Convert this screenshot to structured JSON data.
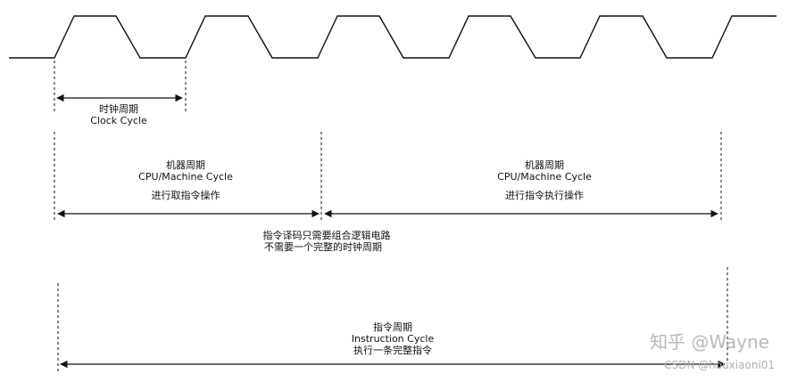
{
  "clock": {
    "cycle_label_cn": "时钟周期",
    "cycle_label_en": "Clock Cycle"
  },
  "machine_cycle_1": {
    "title_cn": "机器周期",
    "title_en": "CPU/Machine Cycle",
    "action": "进行取指令操作"
  },
  "machine_cycle_2": {
    "title_cn": "机器周期",
    "title_en": "CPU/Machine Cycle",
    "action": "进行指令执行操作"
  },
  "decode_note": {
    "line1": "指令译码只需要组合逻辑电路",
    "line2": "不需要一个完整的时钟周期"
  },
  "instruction_cycle": {
    "title_cn": "指令周期",
    "title_en": "Instruction Cycle",
    "desc": "执行一条完整指令"
  },
  "watermark": {
    "zhihu": "知乎 @Wayne",
    "csdn": "CSDN @houxiaoni01"
  }
}
